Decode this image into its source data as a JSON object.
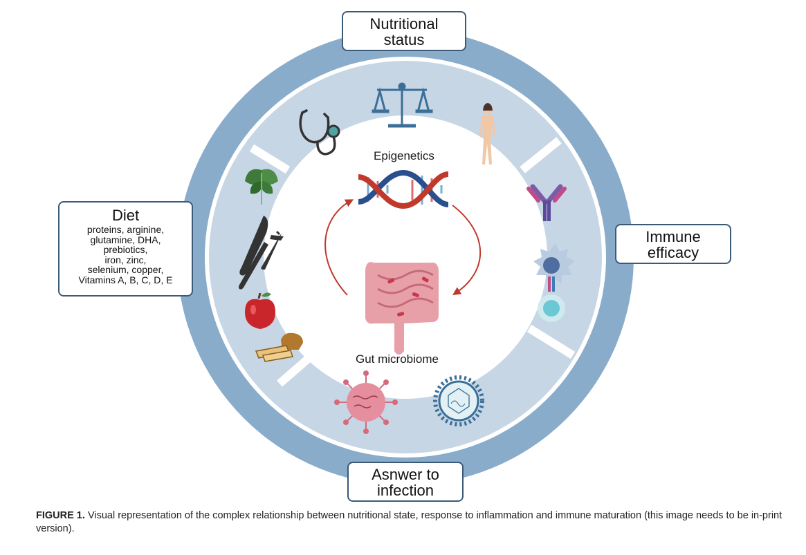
{
  "boxes": {
    "nutritional_status": [
      "Nutritional",
      "status"
    ],
    "immune_efficacy": [
      "Immune",
      "efficacy"
    ],
    "answer_to_infection": [
      "Asnwer to",
      "infection"
    ],
    "diet": {
      "title": "Diet",
      "lines": [
        "proteins, arginine,",
        "glutamine, DHA,",
        "prebiotics,",
        "iron, zinc,",
        "selenium, copper,",
        "Vitamins A, B, C, D, E"
      ]
    }
  },
  "center": {
    "top_label": "Epigenetics",
    "bottom_label": "Gut microbiome"
  },
  "icons": [
    "stethoscope-icon",
    "balance-scale-icon",
    "human-figure-icon",
    "antibody-icon",
    "cell-interaction-icon",
    "coronavirus-icon",
    "virus-icon",
    "spinach-icon",
    "knife-fork-icon",
    "apple-icon",
    "bread-icon",
    "dna-icon",
    "intestine-icon"
  ],
  "colors": {
    "outer_ring": "#8aaccb",
    "inner_ring": "#c6d6e5",
    "box_border": "#3b5a78",
    "arrow": "#c0392b"
  },
  "caption": {
    "label": "FIGURE 1.",
    "text": "Visual representation of the complex relationship between nutritional state, response to inflammation and immune maturation (this image needs to be in-print version)."
  }
}
